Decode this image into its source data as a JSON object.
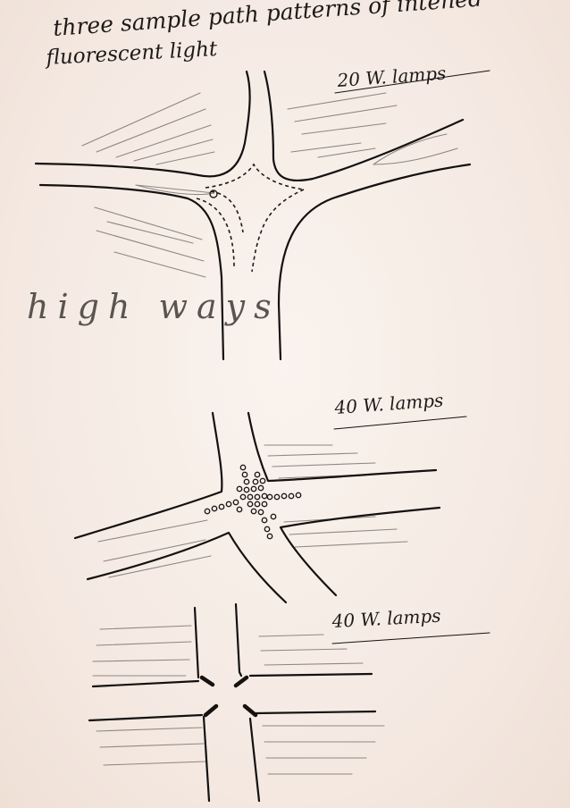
{
  "title": {
    "line1": "three sample path patterns of intened",
    "line2": "fluorescent light"
  },
  "sketches": [
    {
      "lamp_label": "20 W. lamps",
      "road_label": "high ways"
    },
    {
      "lamp_label": "40 W. lamps"
    },
    {
      "lamp_label": "40 W. lamps"
    }
  ],
  "colors": {
    "paper": "#f6ece6",
    "ink": "#141110",
    "pencil": "#8d8782"
  }
}
